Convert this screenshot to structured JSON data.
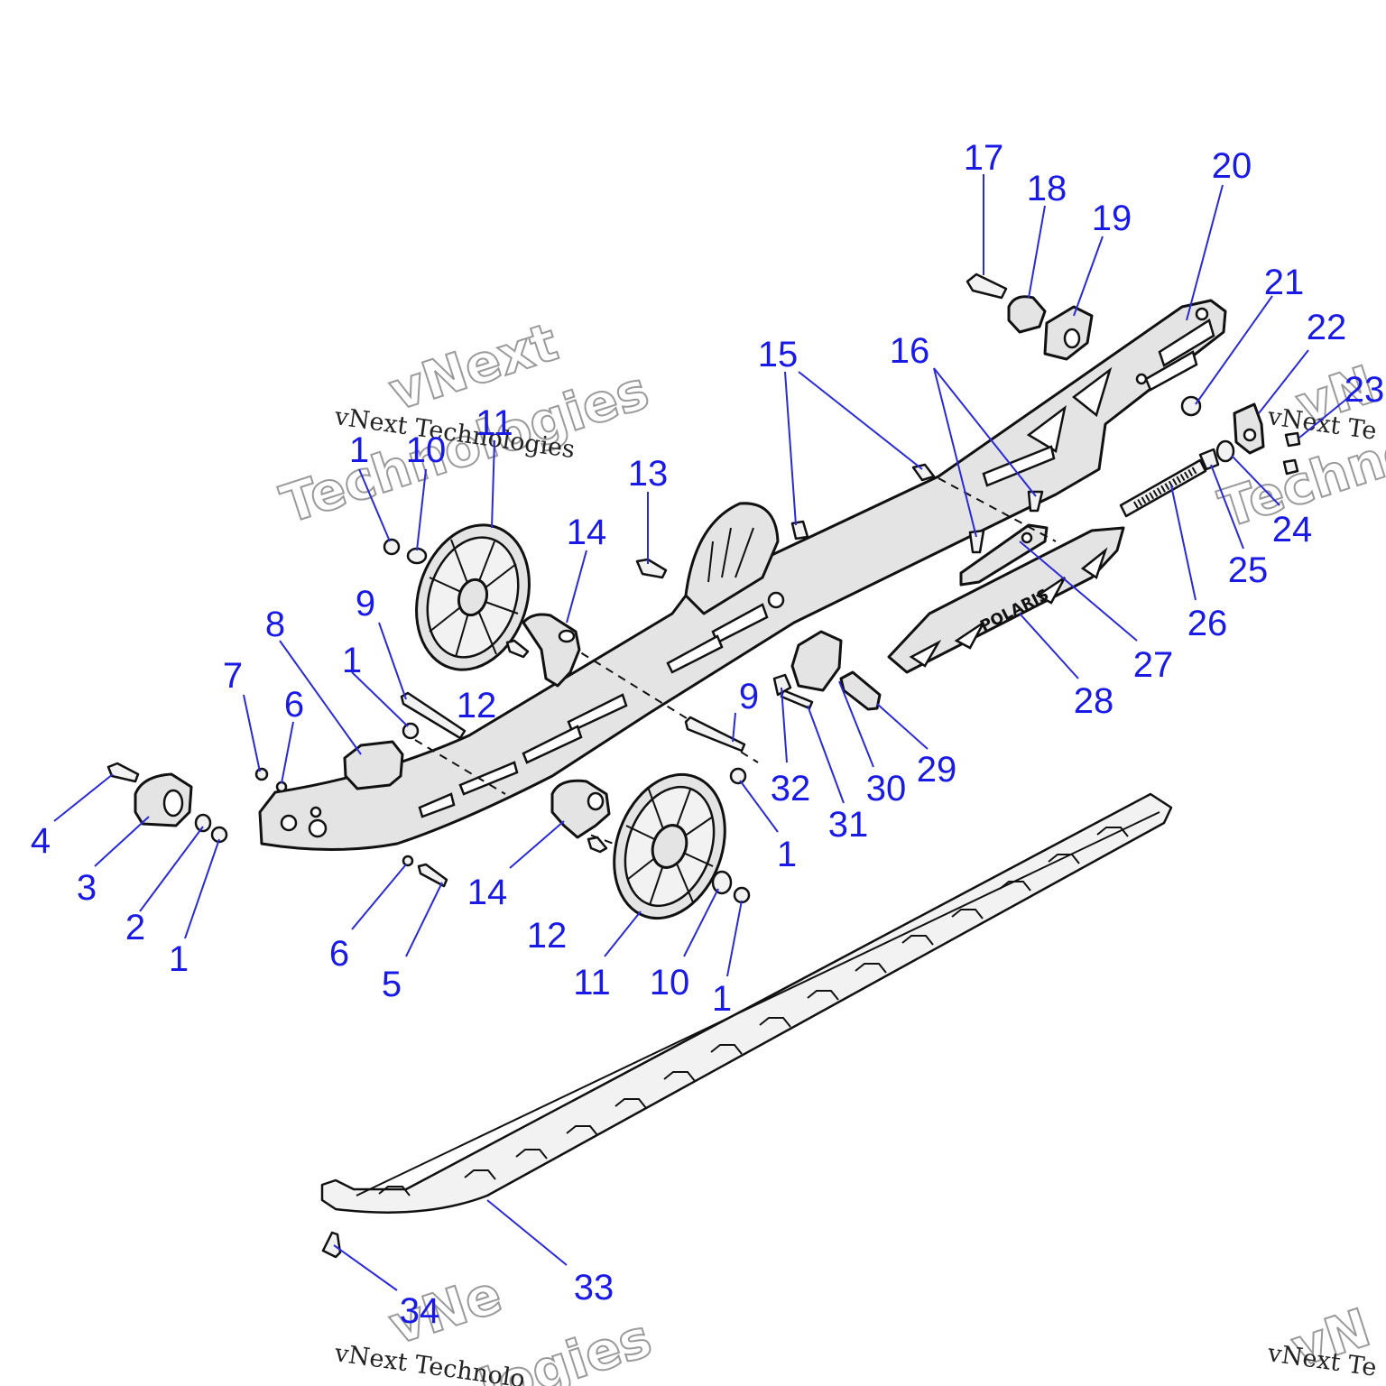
{
  "callouts": [
    "17",
    "18",
    "19",
    "20",
    "21",
    "22",
    "23",
    "24",
    "25",
    "26",
    "27",
    "28",
    "29",
    "30",
    "31",
    "32",
    "15",
    "16",
    "13",
    "14",
    "14",
    "11",
    "11",
    "10",
    "10",
    "12",
    "12",
    "1",
    "1",
    "1",
    "1",
    "1",
    "9",
    "9",
    "8",
    "7",
    "6",
    "6",
    "5",
    "4",
    "3",
    "2",
    "33",
    "34"
  ],
  "brand_logo": "POLARIS",
  "watermark": {
    "line1": "vNext",
    "line2": "Technologies",
    "caption": "vNext Technologies",
    "caption_cut_right": "vNext Te",
    "caption_cut_bottom": "vNext Technolo",
    "frag_1": "vN",
    "frag_2": "Techno",
    "frag_3": "vNe",
    "frag_4": "logies",
    "frag_5": "Te"
  },
  "colors": {
    "callout": "#1a1ae6",
    "leader": "#2a2ad8",
    "part_fill": "#e4e4e4",
    "outline": "#111111"
  }
}
